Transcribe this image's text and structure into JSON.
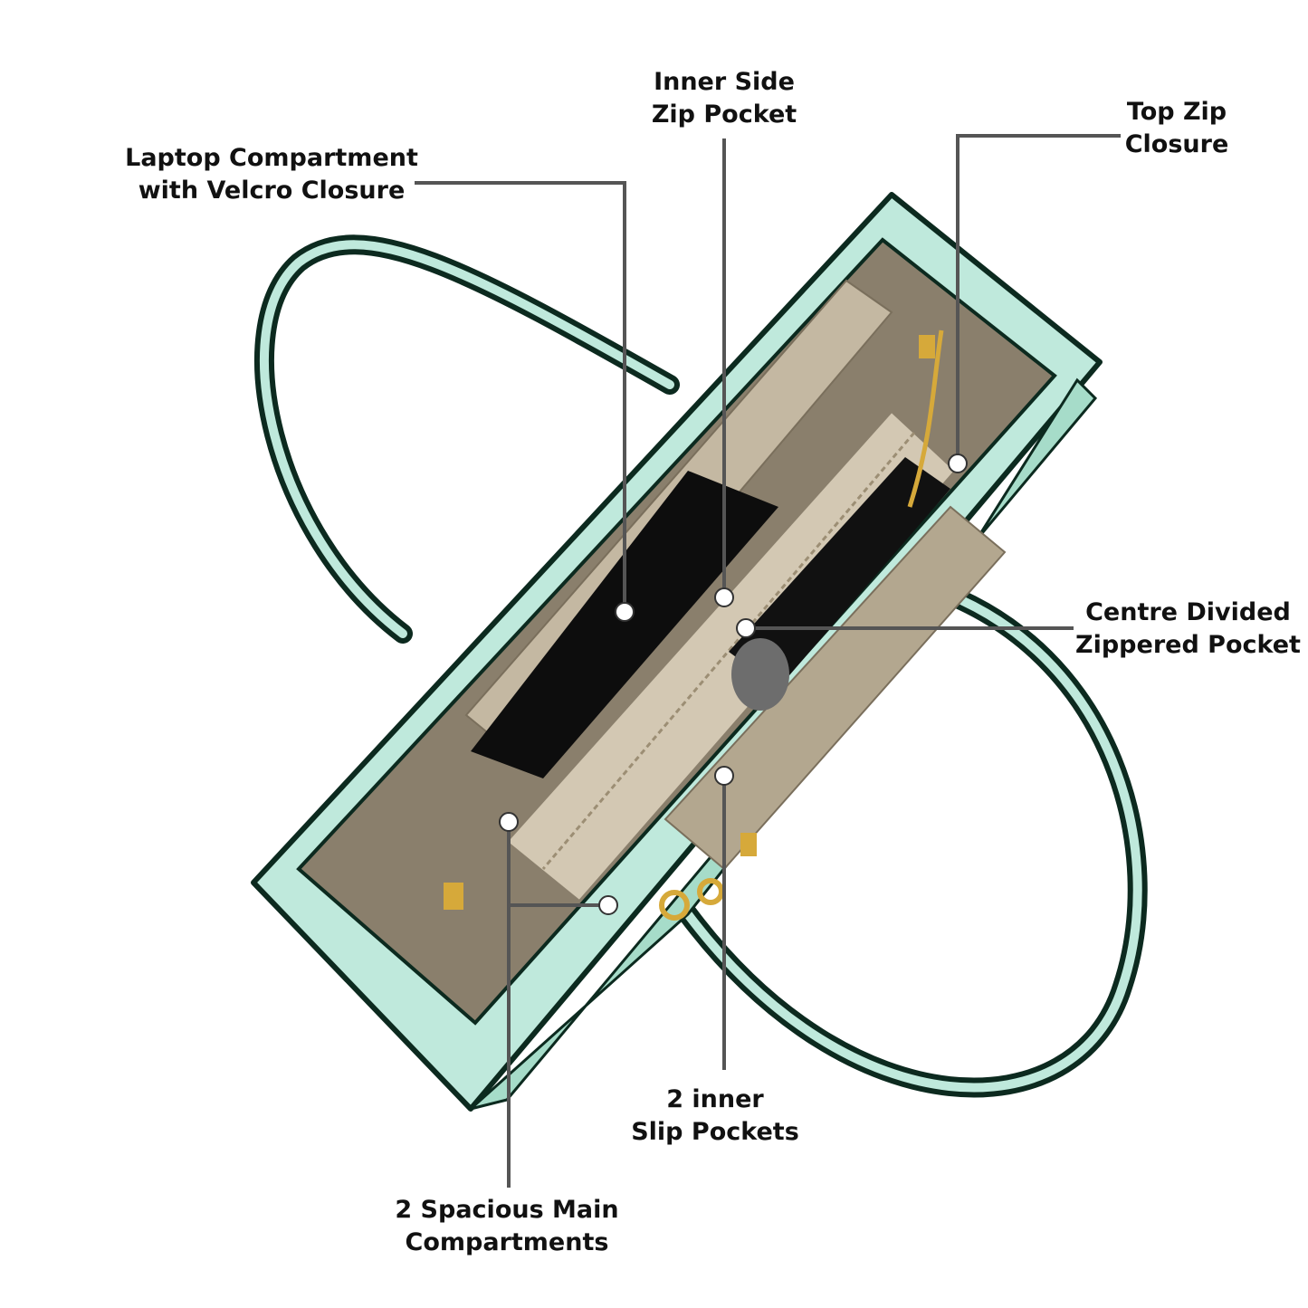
{
  "colors": {
    "leather": "#bfe9dc",
    "leather_shade": "#8fcdb8",
    "trim": "#0c2a1f",
    "lining": "#8a7f6c",
    "lining_light": "#c4b8a2",
    "hardware": "#d6a93a",
    "callout_line": "#555555"
  },
  "callouts": [
    {
      "id": "laptop",
      "lines": [
        "Laptop Compartment",
        "with Velcro Closure"
      ]
    },
    {
      "id": "inner-side-zip",
      "lines": [
        "Inner Side",
        "Zip Pocket"
      ]
    },
    {
      "id": "top-zip",
      "lines": [
        "Top Zip",
        "Closure"
      ]
    },
    {
      "id": "centre-divided",
      "lines": [
        "Centre Divided",
        "Zippered Pocket"
      ]
    },
    {
      "id": "slip-pockets",
      "lines": [
        "2 inner",
        "Slip Pockets"
      ]
    },
    {
      "id": "main-compartments",
      "lines": [
        "2 Spacious Main",
        "Compartments"
      ]
    }
  ]
}
